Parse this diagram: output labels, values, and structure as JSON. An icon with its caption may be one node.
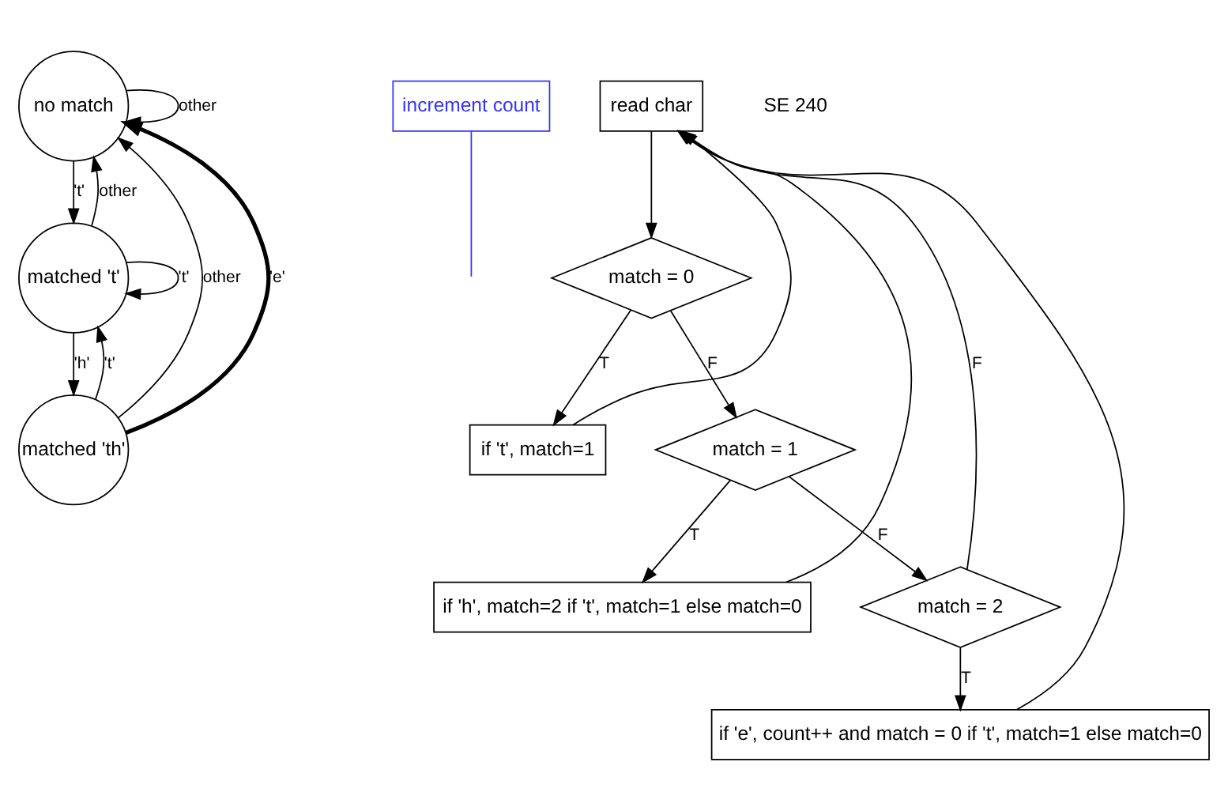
{
  "diagram": {
    "nodes": [
      {
        "text": [
          "no match"
        ]
      },
      {
        "text": [
          "matched 't'"
        ]
      },
      {
        "text": [
          "matched 'th'"
        ]
      },
      {
        "text": [
          "increment count"
        ]
      },
      {
        "text": [
          "read char"
        ]
      },
      {
        "text": [
          "match = 0"
        ]
      },
      {
        "text": [
          "if 't', match=1"
        ]
      },
      {
        "text": [
          "match = 1"
        ]
      },
      {
        "text": [
          "if 'h', match=2 if 't', match=1 else match=0"
        ]
      },
      {
        "text": [
          "match = 2"
        ]
      },
      {
        "text": [
          "if 'e', count++ and match = 0 if 't', match=1 else match=0"
        ]
      }
    ],
    "edges": [
      {
        "from": 0,
        "to": 0,
        "arrow": "to",
        "label": "other"
      },
      {
        "from": 0,
        "to": 1,
        "arrow": "to",
        "label": "'t'"
      },
      {
        "from": 1,
        "to": 1,
        "arrow": "to",
        "label": "'t'"
      },
      {
        "from": 1,
        "to": 0,
        "arrow": "to",
        "label": "other"
      },
      {
        "from": 1,
        "to": 2,
        "arrow": "to",
        "label": "'h'"
      },
      {
        "from": 2,
        "to": 1,
        "arrow": "to",
        "label": "'t'"
      },
      {
        "from": 2,
        "to": 0,
        "arrow": "to",
        "label": "other"
      },
      {
        "from": 2,
        "to": 0,
        "arrow": "to",
        "label": "'e'",
        "style": "thick"
      },
      {
        "from": 3,
        "to": null,
        "arrow": "none",
        "color": "#3333ff"
      },
      {
        "from": 4,
        "to": 5,
        "arrow": "to"
      },
      {
        "from": 5,
        "to": 6,
        "arrow": "to",
        "label": "T"
      },
      {
        "from": 5,
        "to": 7,
        "arrow": "to",
        "label": "F"
      },
      {
        "from": 7,
        "to": 8,
        "arrow": "to",
        "label": "T"
      },
      {
        "from": 7,
        "to": 9,
        "arrow": "to",
        "label": "F"
      },
      {
        "from": 9,
        "to": 10,
        "arrow": "to",
        "label": "T"
      },
      {
        "from": 9,
        "to": 4,
        "arrow": "to",
        "label": "F"
      },
      {
        "from": 6,
        "to": 4,
        "arrow": "to"
      },
      {
        "from": 8,
        "to": 4,
        "arrow": "to"
      },
      {
        "from": 10,
        "to": 4,
        "arrow": "to"
      }
    ],
    "labels": [
      "SE 240"
    ]
  }
}
